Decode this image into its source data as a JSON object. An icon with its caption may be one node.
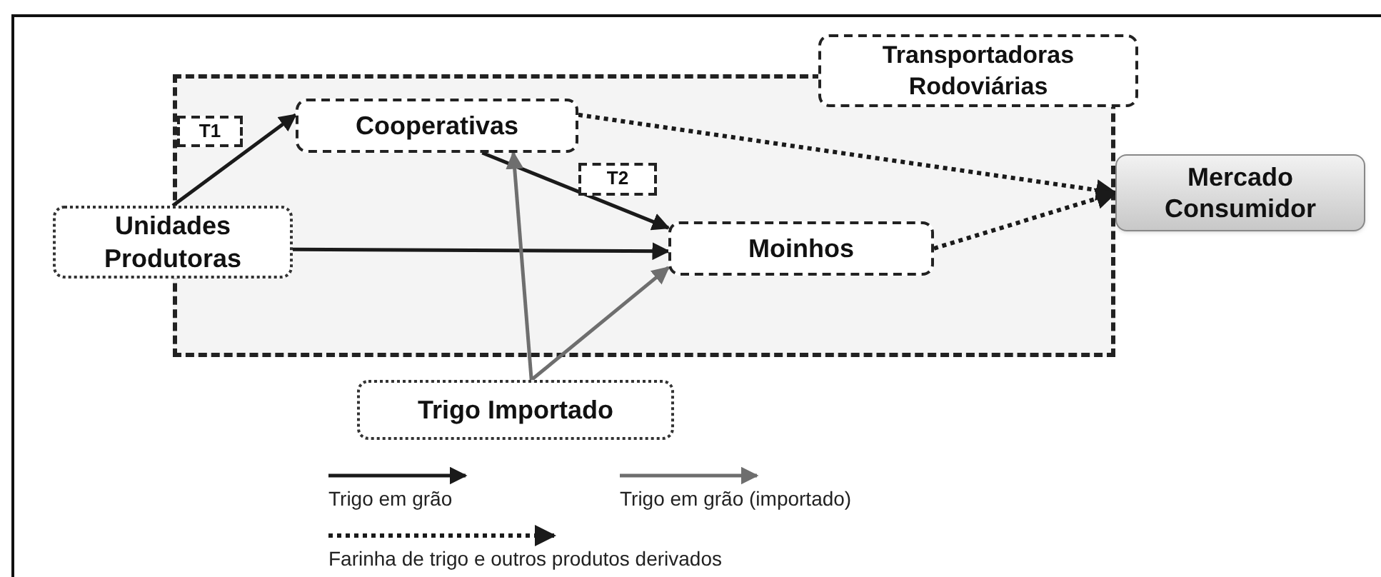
{
  "diagram": {
    "nodes": [
      {
        "text": [
          "Transportadoras Rodoviárias"
        ]
      },
      {
        "text": [
          "Cooperativas"
        ],
        "in": 0
      },
      {
        "text": [
          "T1"
        ],
        "in": 0
      },
      {
        "text": [
          "T2"
        ],
        "in": 0
      },
      {
        "text": [
          "Unidades Produtoras"
        ]
      },
      {
        "text": [
          "Moinhos"
        ],
        "in": 0
      },
      {
        "text": [
          "Mercado Consumidor"
        ]
      },
      {
        "text": [
          "Trigo Importado"
        ]
      }
    ],
    "edges": [
      {
        "from": 4,
        "to": 1,
        "arrow": "to"
      },
      {
        "from": 1,
        "to": 5,
        "arrow": "to"
      },
      {
        "from": 4,
        "to": 5,
        "arrow": "to"
      },
      {
        "from": 7,
        "to": 1,
        "arrow": "to",
        "color": "#6e6e6e"
      },
      {
        "from": 7,
        "to": 5,
        "arrow": "to",
        "color": "#6e6e6e"
      },
      {
        "from": 1,
        "to": 6,
        "arrow": "to",
        "style": "dashed"
      },
      {
        "from": 5,
        "to": 6,
        "arrow": "to",
        "style": "dashed"
      }
    ],
    "legend": [
      {
        "text": "Trigo em grão"
      },
      {
        "text": "Trigo em grão (importado)"
      },
      {
        "text": "Farinha de trigo e outros produtos derivados"
      }
    ]
  }
}
